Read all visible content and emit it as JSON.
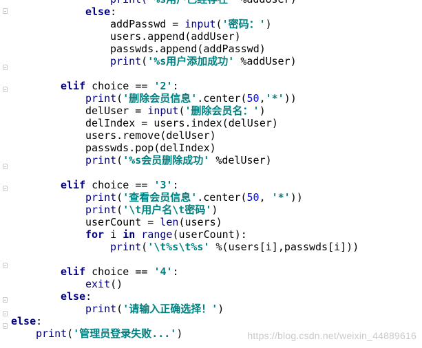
{
  "editor": {
    "lines": [
      {
        "indent": 4,
        "tokens": [
          {
            "t": "print(",
            "c": "builtin"
          },
          {
            "t": "'%s用户已经存在'",
            "c": "str"
          },
          {
            "t": " %addUser)",
            "c": "plain"
          }
        ]
      },
      {
        "indent": 3,
        "tokens": [
          {
            "t": "else",
            "c": "kw"
          },
          {
            "t": ":",
            "c": "plain"
          }
        ]
      },
      {
        "indent": 4,
        "tokens": [
          {
            "t": "addPasswd = ",
            "c": "plain"
          },
          {
            "t": "input",
            "c": "builtin"
          },
          {
            "t": "(",
            "c": "plain"
          },
          {
            "t": "'密码：'",
            "c": "str"
          },
          {
            "t": ")",
            "c": "plain"
          }
        ]
      },
      {
        "indent": 4,
        "tokens": [
          {
            "t": "users.append(addUser)",
            "c": "plain"
          }
        ]
      },
      {
        "indent": 4,
        "tokens": [
          {
            "t": "passwds.append(addPasswd)",
            "c": "plain"
          }
        ]
      },
      {
        "indent": 4,
        "tokens": [
          {
            "t": "print",
            "c": "builtin"
          },
          {
            "t": "(",
            "c": "plain"
          },
          {
            "t": "'%s用户添加成功'",
            "c": "str"
          },
          {
            "t": " %addUser)",
            "c": "plain"
          }
        ]
      },
      {
        "indent": 0,
        "tokens": []
      },
      {
        "indent": 2,
        "tokens": [
          {
            "t": "elif",
            "c": "kw"
          },
          {
            "t": " choice == ",
            "c": "plain"
          },
          {
            "t": "'2'",
            "c": "str"
          },
          {
            "t": ":",
            "c": "plain"
          }
        ]
      },
      {
        "indent": 3,
        "tokens": [
          {
            "t": "print",
            "c": "builtin"
          },
          {
            "t": "(",
            "c": "plain"
          },
          {
            "t": "'删除会员信息'",
            "c": "str"
          },
          {
            "t": ".center(",
            "c": "plain"
          },
          {
            "t": "50",
            "c": "num"
          },
          {
            "t": ",",
            "c": "plain"
          },
          {
            "t": "'*'",
            "c": "str"
          },
          {
            "t": "))",
            "c": "plain"
          }
        ]
      },
      {
        "indent": 3,
        "tokens": [
          {
            "t": "delUser = ",
            "c": "plain"
          },
          {
            "t": "input",
            "c": "builtin"
          },
          {
            "t": "(",
            "c": "plain"
          },
          {
            "t": "'删除会员名：'",
            "c": "str"
          },
          {
            "t": ")",
            "c": "plain"
          }
        ]
      },
      {
        "indent": 3,
        "tokens": [
          {
            "t": "delIndex = users.index(delUser)",
            "c": "plain"
          }
        ]
      },
      {
        "indent": 3,
        "tokens": [
          {
            "t": "users.remove(delUser)",
            "c": "plain"
          }
        ]
      },
      {
        "indent": 3,
        "tokens": [
          {
            "t": "passwds.pop(delIndex)",
            "c": "plain"
          }
        ]
      },
      {
        "indent": 3,
        "tokens": [
          {
            "t": "print",
            "c": "builtin"
          },
          {
            "t": "(",
            "c": "plain"
          },
          {
            "t": "'%s会员删除成功'",
            "c": "str"
          },
          {
            "t": " %delUser)",
            "c": "plain"
          }
        ]
      },
      {
        "indent": 0,
        "tokens": []
      },
      {
        "indent": 2,
        "tokens": [
          {
            "t": "elif",
            "c": "kw"
          },
          {
            "t": " choice == ",
            "c": "plain"
          },
          {
            "t": "'3'",
            "c": "str"
          },
          {
            "t": ":",
            "c": "plain"
          }
        ]
      },
      {
        "indent": 3,
        "tokens": [
          {
            "t": "print",
            "c": "builtin"
          },
          {
            "t": "(",
            "c": "plain"
          },
          {
            "t": "'查看会员信息'",
            "c": "str"
          },
          {
            "t": ".center(",
            "c": "plain"
          },
          {
            "t": "50",
            "c": "num"
          },
          {
            "t": ", ",
            "c": "plain"
          },
          {
            "t": "'*'",
            "c": "str"
          },
          {
            "t": "))",
            "c": "plain"
          }
        ]
      },
      {
        "indent": 3,
        "tokens": [
          {
            "t": "print",
            "c": "builtin"
          },
          {
            "t": "(",
            "c": "plain"
          },
          {
            "t": "'\\t用户名\\t密码'",
            "c": "str"
          },
          {
            "t": ")",
            "c": "plain"
          }
        ]
      },
      {
        "indent": 3,
        "tokens": [
          {
            "t": "userCount = ",
            "c": "plain"
          },
          {
            "t": "len",
            "c": "builtin"
          },
          {
            "t": "(users)",
            "c": "plain"
          }
        ]
      },
      {
        "indent": 3,
        "tokens": [
          {
            "t": "for",
            "c": "kw"
          },
          {
            "t": " i ",
            "c": "plain"
          },
          {
            "t": "in",
            "c": "kw"
          },
          {
            "t": " ",
            "c": "plain"
          },
          {
            "t": "range",
            "c": "builtin"
          },
          {
            "t": "(userCount):",
            "c": "plain"
          }
        ]
      },
      {
        "indent": 4,
        "tokens": [
          {
            "t": "print",
            "c": "builtin"
          },
          {
            "t": "(",
            "c": "plain"
          },
          {
            "t": "'\\t%s\\t%s'",
            "c": "str"
          },
          {
            "t": " %(users[i],passwds[i]))",
            "c": "plain"
          }
        ]
      },
      {
        "indent": 0,
        "tokens": []
      },
      {
        "indent": 2,
        "tokens": [
          {
            "t": "elif",
            "c": "kw"
          },
          {
            "t": " choice == ",
            "c": "plain"
          },
          {
            "t": "'4'",
            "c": "str"
          },
          {
            "t": ":",
            "c": "plain"
          }
        ]
      },
      {
        "indent": 3,
        "tokens": [
          {
            "t": "exit",
            "c": "builtin"
          },
          {
            "t": "()",
            "c": "plain"
          }
        ]
      },
      {
        "indent": 2,
        "tokens": [
          {
            "t": "else",
            "c": "kw"
          },
          {
            "t": ":",
            "c": "plain"
          }
        ]
      },
      {
        "indent": 3,
        "tokens": [
          {
            "t": "print",
            "c": "builtin"
          },
          {
            "t": "(",
            "c": "plain"
          },
          {
            "t": "'请输入正确选择！'",
            "c": "str"
          },
          {
            "t": ")",
            "c": "plain"
          }
        ]
      },
      {
        "indent": 0,
        "tokens": [
          {
            "t": "else",
            "c": "kw"
          },
          {
            "t": ":",
            "c": "plain"
          }
        ]
      },
      {
        "indent": 1,
        "tokens": [
          {
            "t": "print",
            "c": "builtin"
          },
          {
            "t": "(",
            "c": "plain"
          },
          {
            "t": "'管理员登录失败...'",
            "c": "str"
          },
          {
            "t": ")",
            "c": "plain"
          }
        ]
      }
    ],
    "fold_markers": [
      "fold-marker-1",
      "fold-marker-2",
      "fold-marker-3",
      "fold-marker-4",
      "fold-marker-5",
      "fold-marker-6",
      "fold-marker-7",
      "fold-marker-8",
      "fold-marker-9"
    ],
    "colors": {
      "keyword": "#000080",
      "string": "#008080",
      "number": "#0000ff",
      "builtin": "#000080",
      "plain": "#000000",
      "background": "#ffffff"
    }
  },
  "watermark": {
    "text": "https://blog.csdn.net/weixin_44889616"
  }
}
